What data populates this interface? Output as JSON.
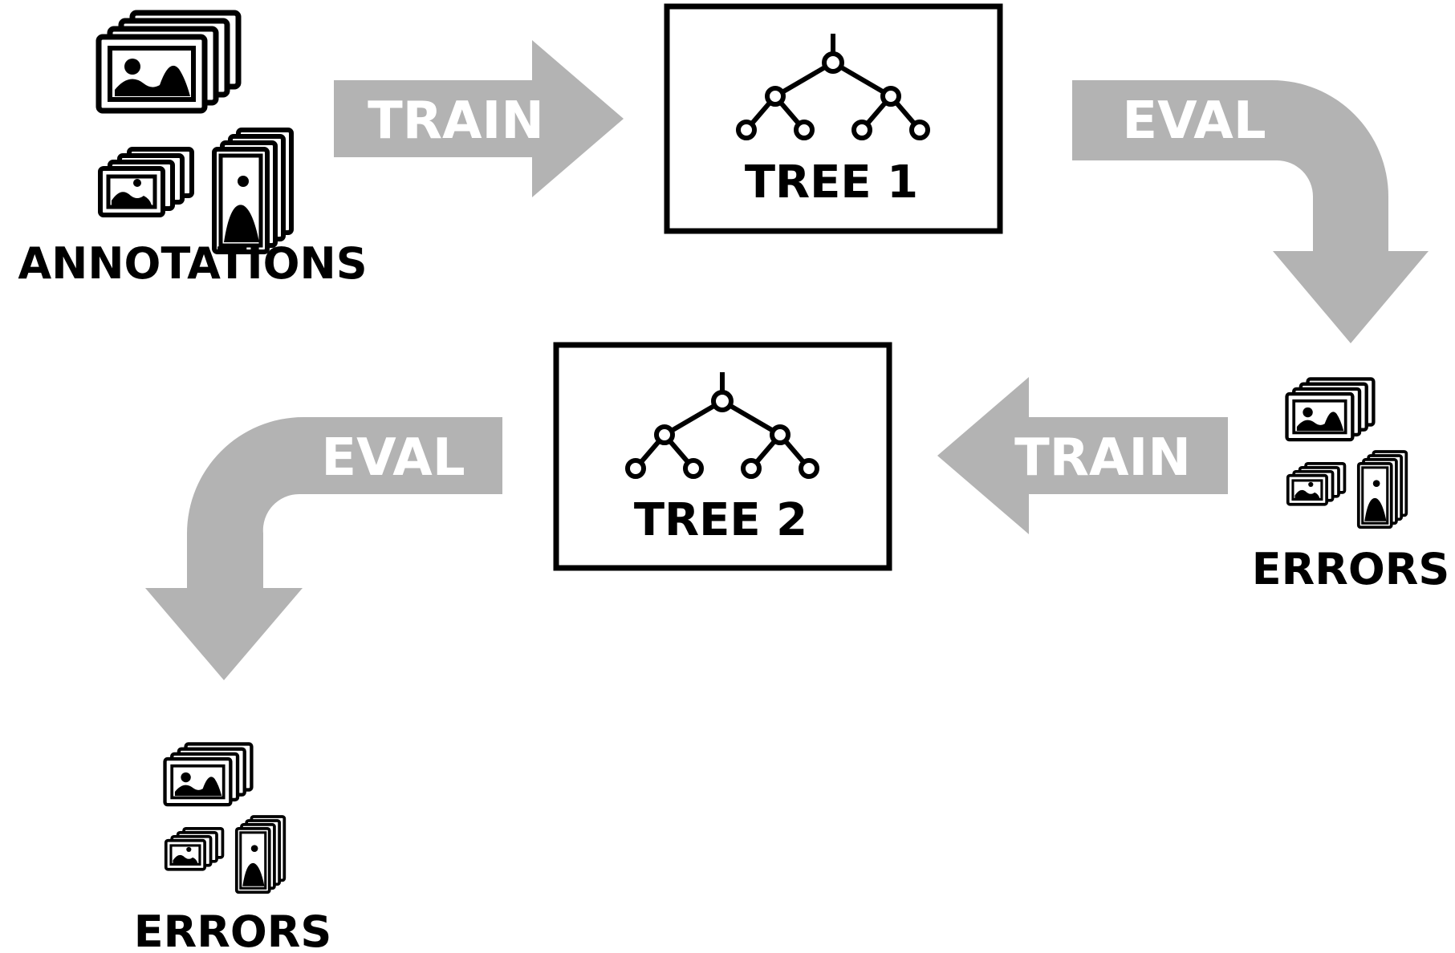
{
  "colors": {
    "arrow": "#b3b3b3",
    "arrow_text": "#ffffff",
    "ink": "#000000",
    "background": "#ffffff"
  },
  "icons": {
    "dataset": "image-stack-icon",
    "model": "decision-tree-icon"
  },
  "nodes": {
    "annotations": {
      "label": "ANNOTATIONS"
    },
    "tree1": {
      "label": "TREE 1"
    },
    "errors1": {
      "label": "ERRORS"
    },
    "tree2": {
      "label": "TREE 2"
    },
    "errors2": {
      "label": "ERRORS"
    }
  },
  "edges": {
    "train1": {
      "label": "TRAIN"
    },
    "eval1": {
      "label": "EVAL"
    },
    "train2": {
      "label": "TRAIN"
    },
    "eval2": {
      "label": "EVAL"
    }
  }
}
